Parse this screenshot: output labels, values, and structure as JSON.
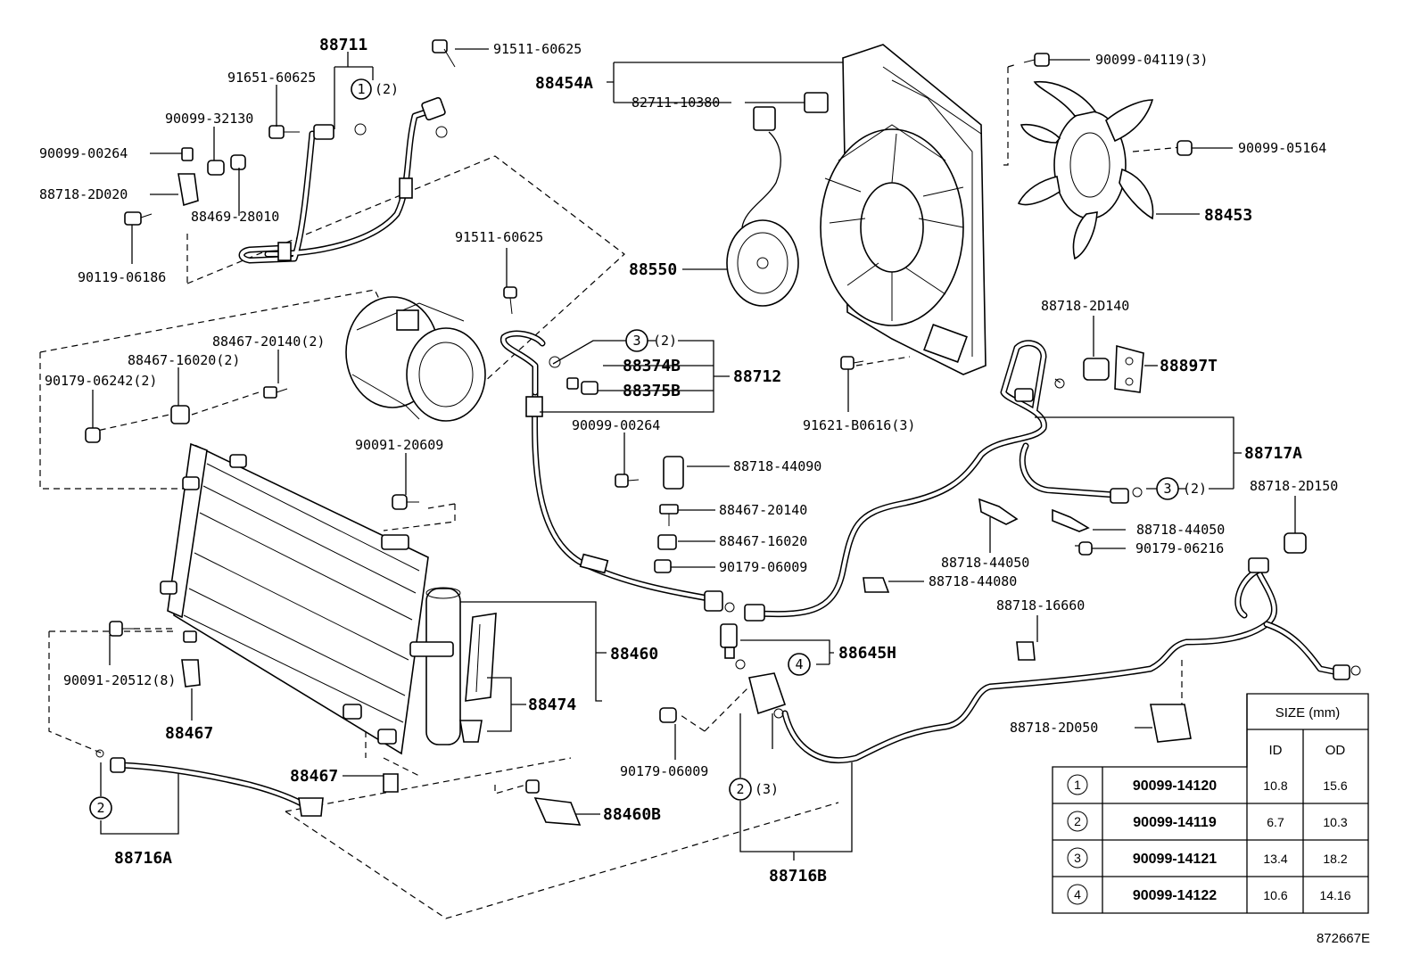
{
  "labels": {
    "l88711": "88711",
    "l91511a": "91511-60625",
    "l91651": "91651-60625",
    "l90099_32130": "90099-32130",
    "l90099_00264a": "90099-00264",
    "l88718_2D020": "88718-2D020",
    "l88469": "88469-28010",
    "l90119": "90119-06186",
    "l88454A": "88454A",
    "l82711": "82711-10380",
    "l90099_04119": "90099-04119(3)",
    "l90099_05164": "90099-05164",
    "l88453": "88453",
    "l88550": "88550",
    "l91511b": "91511-60625",
    "l88467_20140_2": "88467-20140(2)",
    "l88467_16020_2": "88467-16020(2)",
    "l90179_06242": "90179-06242(2)",
    "l88374B": "88374B",
    "l88375B": "88375B",
    "l88712": "88712",
    "l91621": "91621-B0616(3)",
    "l88718_2D140": "88718-2D140",
    "l88897T": "88897T",
    "l90099_00264b": "90099-00264",
    "l88718_44090": "88718-44090",
    "l88467_20140": "88467-20140",
    "l88467_16020": "88467-16020",
    "l90179_06009a": "90179-06009",
    "l90091_20609": "90091-20609",
    "l88717A": "88717A",
    "l88718_2D150": "88718-2D150",
    "l88718_44050a": "88718-44050",
    "l90179_06216": "90179-06216",
    "l88718_44050b": "88718-44050",
    "l88718_44080": "88718-44080",
    "l88460": "88460",
    "l88645H": "88645H",
    "l88718_16660": "88718-16660",
    "l90091_20512": "90091-20512(8)",
    "l88467a": "88467",
    "l88474": "88474",
    "l88718_2D050": "88718-2D050",
    "l90179_06009b": "90179-06009",
    "l88467b": "88467",
    "l88460B": "88460B",
    "l88716A": "88716A",
    "l88716B": "88716B",
    "c1": "1",
    "c1q": "(2)",
    "c2a": "2",
    "c2b": "2",
    "c2bq": "(3)",
    "c3a": "3",
    "c3aq": "(2)",
    "c3b": "3",
    "c3bq": "(2)",
    "c4": "4",
    "figure_id": "872667E"
  },
  "size_table": {
    "header": "SIZE (mm)",
    "col_id": "ID",
    "col_od": "OD",
    "rows": [
      {
        "ref": "1",
        "part": "90099-14120",
        "id": "10.8",
        "od": "15.6"
      },
      {
        "ref": "2",
        "part": "90099-14119",
        "id": "6.7",
        "od": "10.3"
      },
      {
        "ref": "3",
        "part": "90099-14121",
        "id": "13.4",
        "od": "18.2"
      },
      {
        "ref": "4",
        "part": "90099-14122",
        "id": "10.6",
        "od": "14.16"
      }
    ]
  }
}
